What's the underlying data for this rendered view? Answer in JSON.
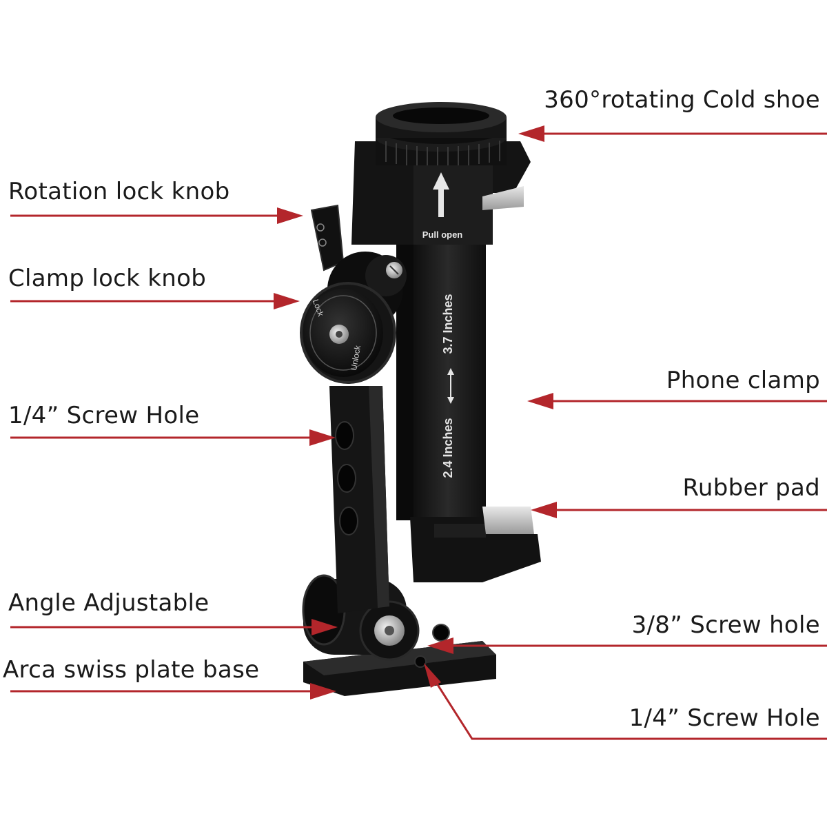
{
  "callouts": {
    "cold_shoe": "360°rotating Cold shoe",
    "rotation_lock_knob": "Rotation lock knob",
    "clamp_lock_knob": "Clamp lock knob",
    "phone_clamp": "Phone clamp",
    "screw_hole_quarter_side": "1/4”  Screw Hole",
    "rubber_pad": "Rubber pad",
    "angle_adjustable": "Angle Adjustable",
    "screw_hole_three_eighths": "3/8”  Screw hole",
    "arca_swiss_base": "Arca swiss plate base",
    "screw_hole_quarter_base": "1/4”  Screw Hole"
  },
  "product_markings": {
    "pull_open": "Pull open",
    "max_width": "3.7 Inches",
    "min_width": "2.4 Inches",
    "lock": "Lock",
    "unlock": "Unlock"
  },
  "colors": {
    "callout_line": "#b3262b",
    "product_body": "#151515"
  }
}
